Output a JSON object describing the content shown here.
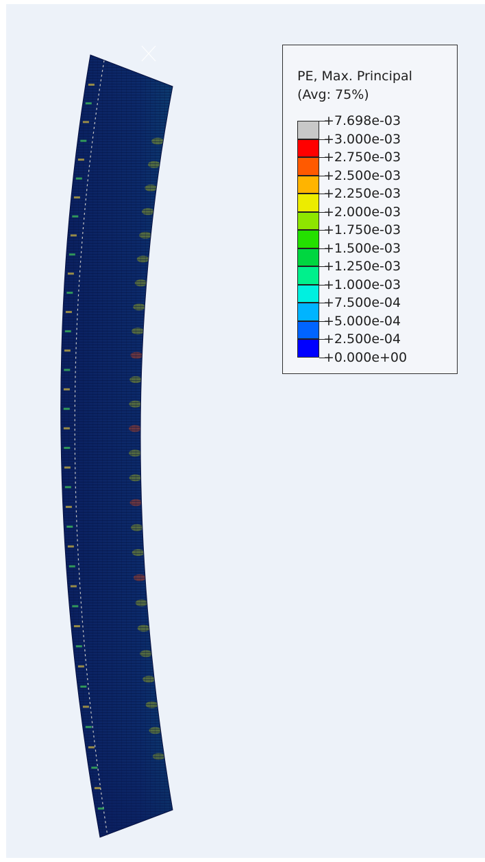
{
  "legend": {
    "title_line1": "PE, Max. Principal",
    "title_line2": "(Avg: 75%)",
    "colors": [
      "#c8c8c8",
      "#ff0000",
      "#ff5a00",
      "#ffb400",
      "#ecec00",
      "#8ee600",
      "#24e000",
      "#00d640",
      "#00f08c",
      "#00f0e0",
      "#00b4ff",
      "#0064ff",
      "#0000ff"
    ],
    "labels": [
      "+7.698e-03",
      "+3.000e-03",
      "+2.750e-03",
      "+2.500e-03",
      "+2.250e-03",
      "+2.000e-03",
      "+1.750e-03",
      "+1.500e-03",
      "+1.250e-03",
      "+1.000e-03",
      "+7.500e-04",
      "+5.000e-04",
      "+2.500e-04",
      "+0.000e+00"
    ]
  },
  "viewport": {
    "background": "#edf2f9",
    "mesh_colors": {
      "outer": "#0a1a5a",
      "mid": "#0f6f7a",
      "inner": "#1fae5a",
      "hot": "#8a9a20",
      "peak": "#b04020"
    },
    "triad_icon": "axis-triad-icon"
  }
}
